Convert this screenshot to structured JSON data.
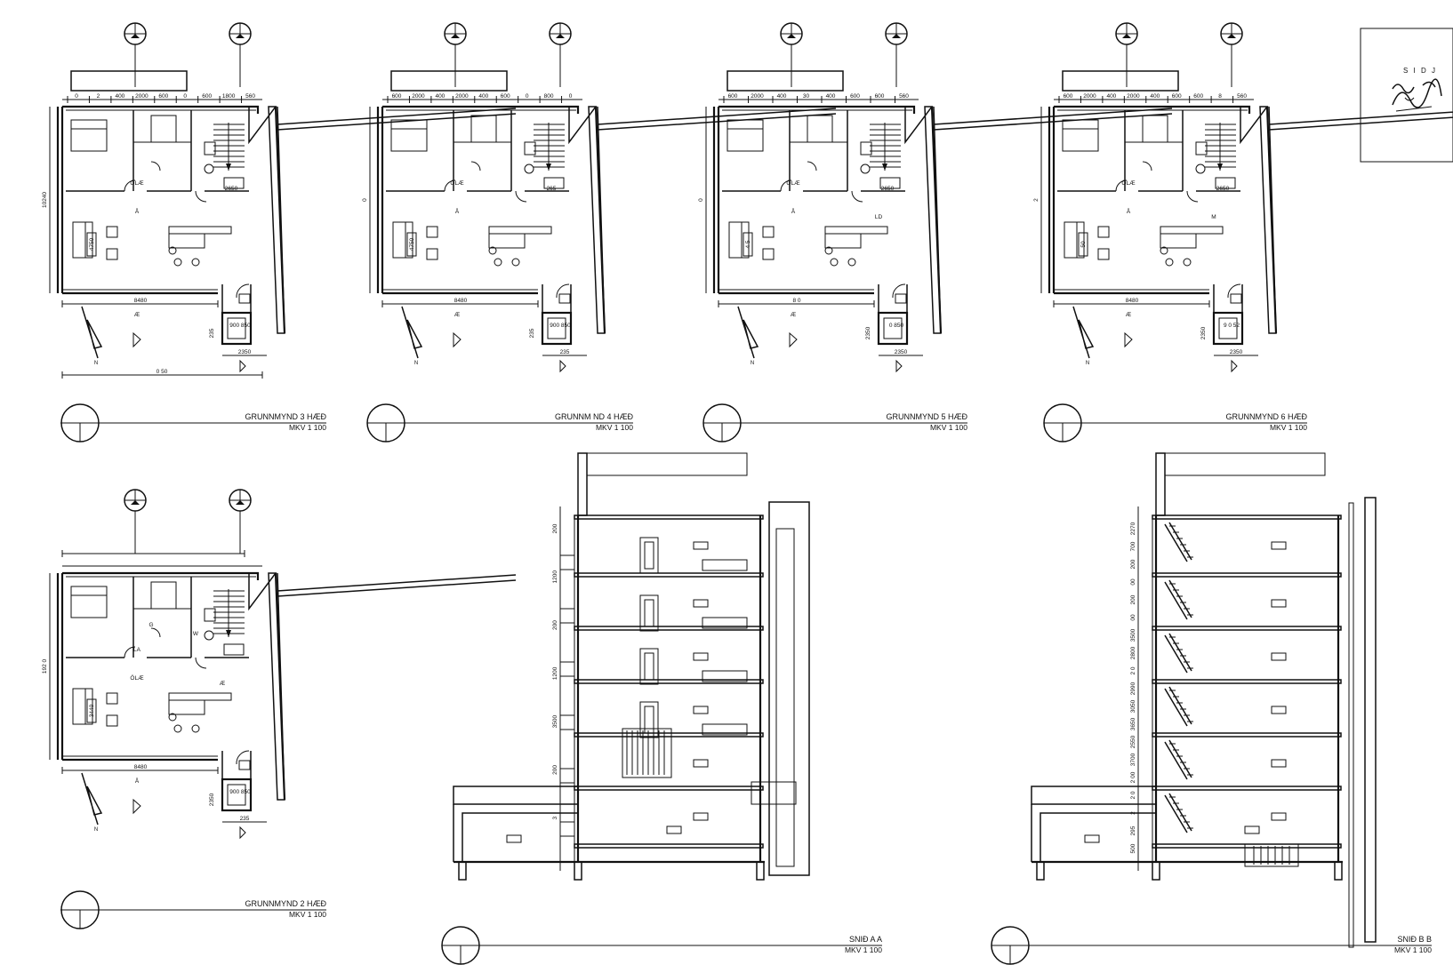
{
  "sheet": {
    "stroke_color": "#111111",
    "background": "#ffffff"
  },
  "plans": [
    {
      "id": "grunnmynd-3",
      "title": "GRUNNMYND 3 HÆÐ",
      "scale": "MKV  1 100",
      "top_dims": [
        "0",
        "2",
        "400",
        "2000",
        "600",
        "0",
        "600",
        "1800",
        "560"
      ],
      "dims": {
        "width": "8480",
        "left": "10240",
        "bottom": "0  50",
        "stair": "2650",
        "lower": "2350",
        "small": "900  850",
        "side": "235",
        "col": "4750"
      },
      "rooms": [
        "ÖLÆ",
        "Å",
        "Æ"
      ]
    },
    {
      "id": "grunnmynd-4",
      "title": "GRUNNM   ND 4 HÆÐ",
      "scale": "MKV  1 100",
      "top_dims": [
        "600",
        "2000",
        "400",
        "2000",
        "400",
        "600",
        "0",
        "800",
        "0"
      ],
      "dims": {
        "width": "8480",
        "left": "0",
        "bottom": "",
        "stair": "265",
        "lower": "235",
        "small": "900  850",
        "side": "235",
        "col": "4750"
      },
      "rooms": [
        "ÖLÆ",
        "Å",
        "Æ"
      ]
    },
    {
      "id": "grunnmynd-5",
      "title": "GRUNNMYND 5 HÆÐ",
      "scale": "MKV  1 100",
      "top_dims": [
        "600",
        "2000",
        "400",
        "30",
        "400",
        "600",
        "600",
        "560"
      ],
      "dims": {
        "width": "8  0",
        "left": "0",
        "bottom": "",
        "stair": "2650",
        "lower": "2350",
        "small": "0  850",
        "side": "2350",
        "col": "4  5"
      },
      "rooms": [
        "ÖLÆ",
        "Å",
        "Æ",
        "LD"
      ]
    },
    {
      "id": "grunnmynd-6",
      "title": "GRUNNMYND 6 HÆÐ",
      "scale": "MKV  1 100",
      "top_dims": [
        "600",
        "2000",
        "400",
        "2000",
        "400",
        "600",
        "600",
        "8",
        "560"
      ],
      "dims": {
        "width": "8480",
        "left": "2",
        "bottom": "",
        "stair": "2650",
        "lower": "2350",
        "small": "9  0  52",
        "side": "2350",
        "col": "50"
      },
      "rooms": [
        "ÖLÆ",
        "Å",
        "Æ",
        "M"
      ]
    },
    {
      "id": "grunnmynd-2",
      "title": "GRUNNMYND 2 HÆÐ",
      "scale": "MKV  1 100",
      "top_dims": [],
      "dims": {
        "width": "8480",
        "left": "192  0",
        "bottom": "",
        "stair": "",
        "lower": "235",
        "small": "900  850",
        "side": "2350",
        "col": "3440"
      },
      "rooms": [
        "LA",
        "ÖLÆ",
        "Å",
        "Æ",
        "G",
        "W"
      ]
    }
  ],
  "sections": [
    {
      "id": "snid-a",
      "title": "SNIÐ A A",
      "scale": "MKV  1 100",
      "dims": [
        "200",
        "1200",
        "200",
        "1200",
        "3500",
        "200",
        "3"
      ]
    },
    {
      "id": "snid-b",
      "title": "SNIÐ B B",
      "scale": "MKV  1 100",
      "dims": [
        "2270",
        "700",
        "200",
        "00",
        "200",
        "00",
        "3500",
        "2800",
        "2  0",
        "2990",
        "3050",
        "3650",
        "2550",
        "3700",
        "2  00",
        "2  0",
        "2",
        "295",
        "500"
      ]
    }
  ],
  "stamp": {
    "lines": [
      "S I D  J",
      "signature"
    ]
  }
}
